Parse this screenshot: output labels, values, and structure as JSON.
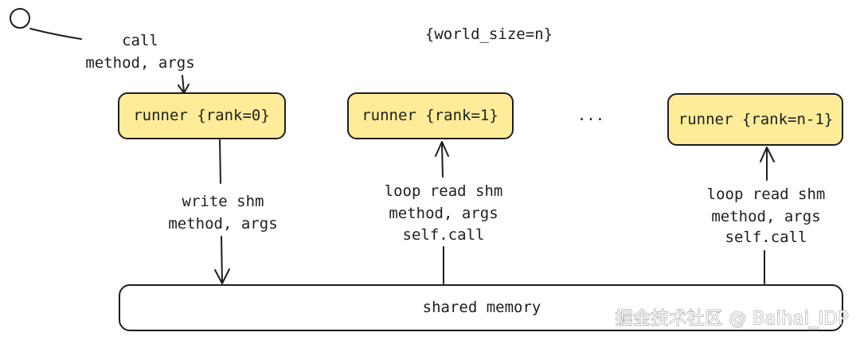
{
  "colors": {
    "runner_fill": "#ffec99",
    "stroke": "#1e1e1e"
  },
  "icons": {
    "actor": "circle-head-icon"
  },
  "caller": {
    "line1": "call",
    "line2": "method, args"
  },
  "world_size": "{world_size=n}",
  "runners": {
    "r0": "runner {rank=0}",
    "r1": "runner {rank=1}",
    "ellipsis": "...",
    "rn": "runner {rank=n-1}"
  },
  "edges": {
    "write": {
      "line1": "write shm",
      "line2": "method, args"
    },
    "loop_r1": {
      "line1": "loop read shm",
      "line2": "method, args",
      "line3": "self.call"
    },
    "loop_rn": {
      "line1": "loop read shm",
      "line2": "method, args",
      "line3": "self.call"
    }
  },
  "shared_memory": "shared memory",
  "watermark": "掘金技术社区 @ Baihai_IDP"
}
